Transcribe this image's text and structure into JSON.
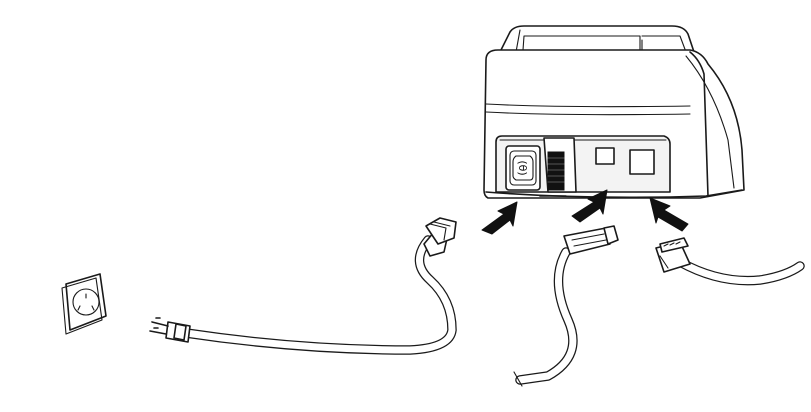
{
  "figure": {
    "description_labels": [],
    "colors": {
      "line": "#1a1a1a",
      "fill": "#ffffff",
      "accent_dark": "#111111"
    },
    "parts": [
      {
        "name": "printer-body"
      },
      {
        "name": "power-socket-port"
      },
      {
        "name": "usb-port"
      },
      {
        "name": "ethernet-port"
      },
      {
        "name": "wall-outlet"
      },
      {
        "name": "power-cord"
      },
      {
        "name": "usb-cable"
      },
      {
        "name": "ethernet-cable"
      }
    ],
    "arrow_count": 3
  }
}
